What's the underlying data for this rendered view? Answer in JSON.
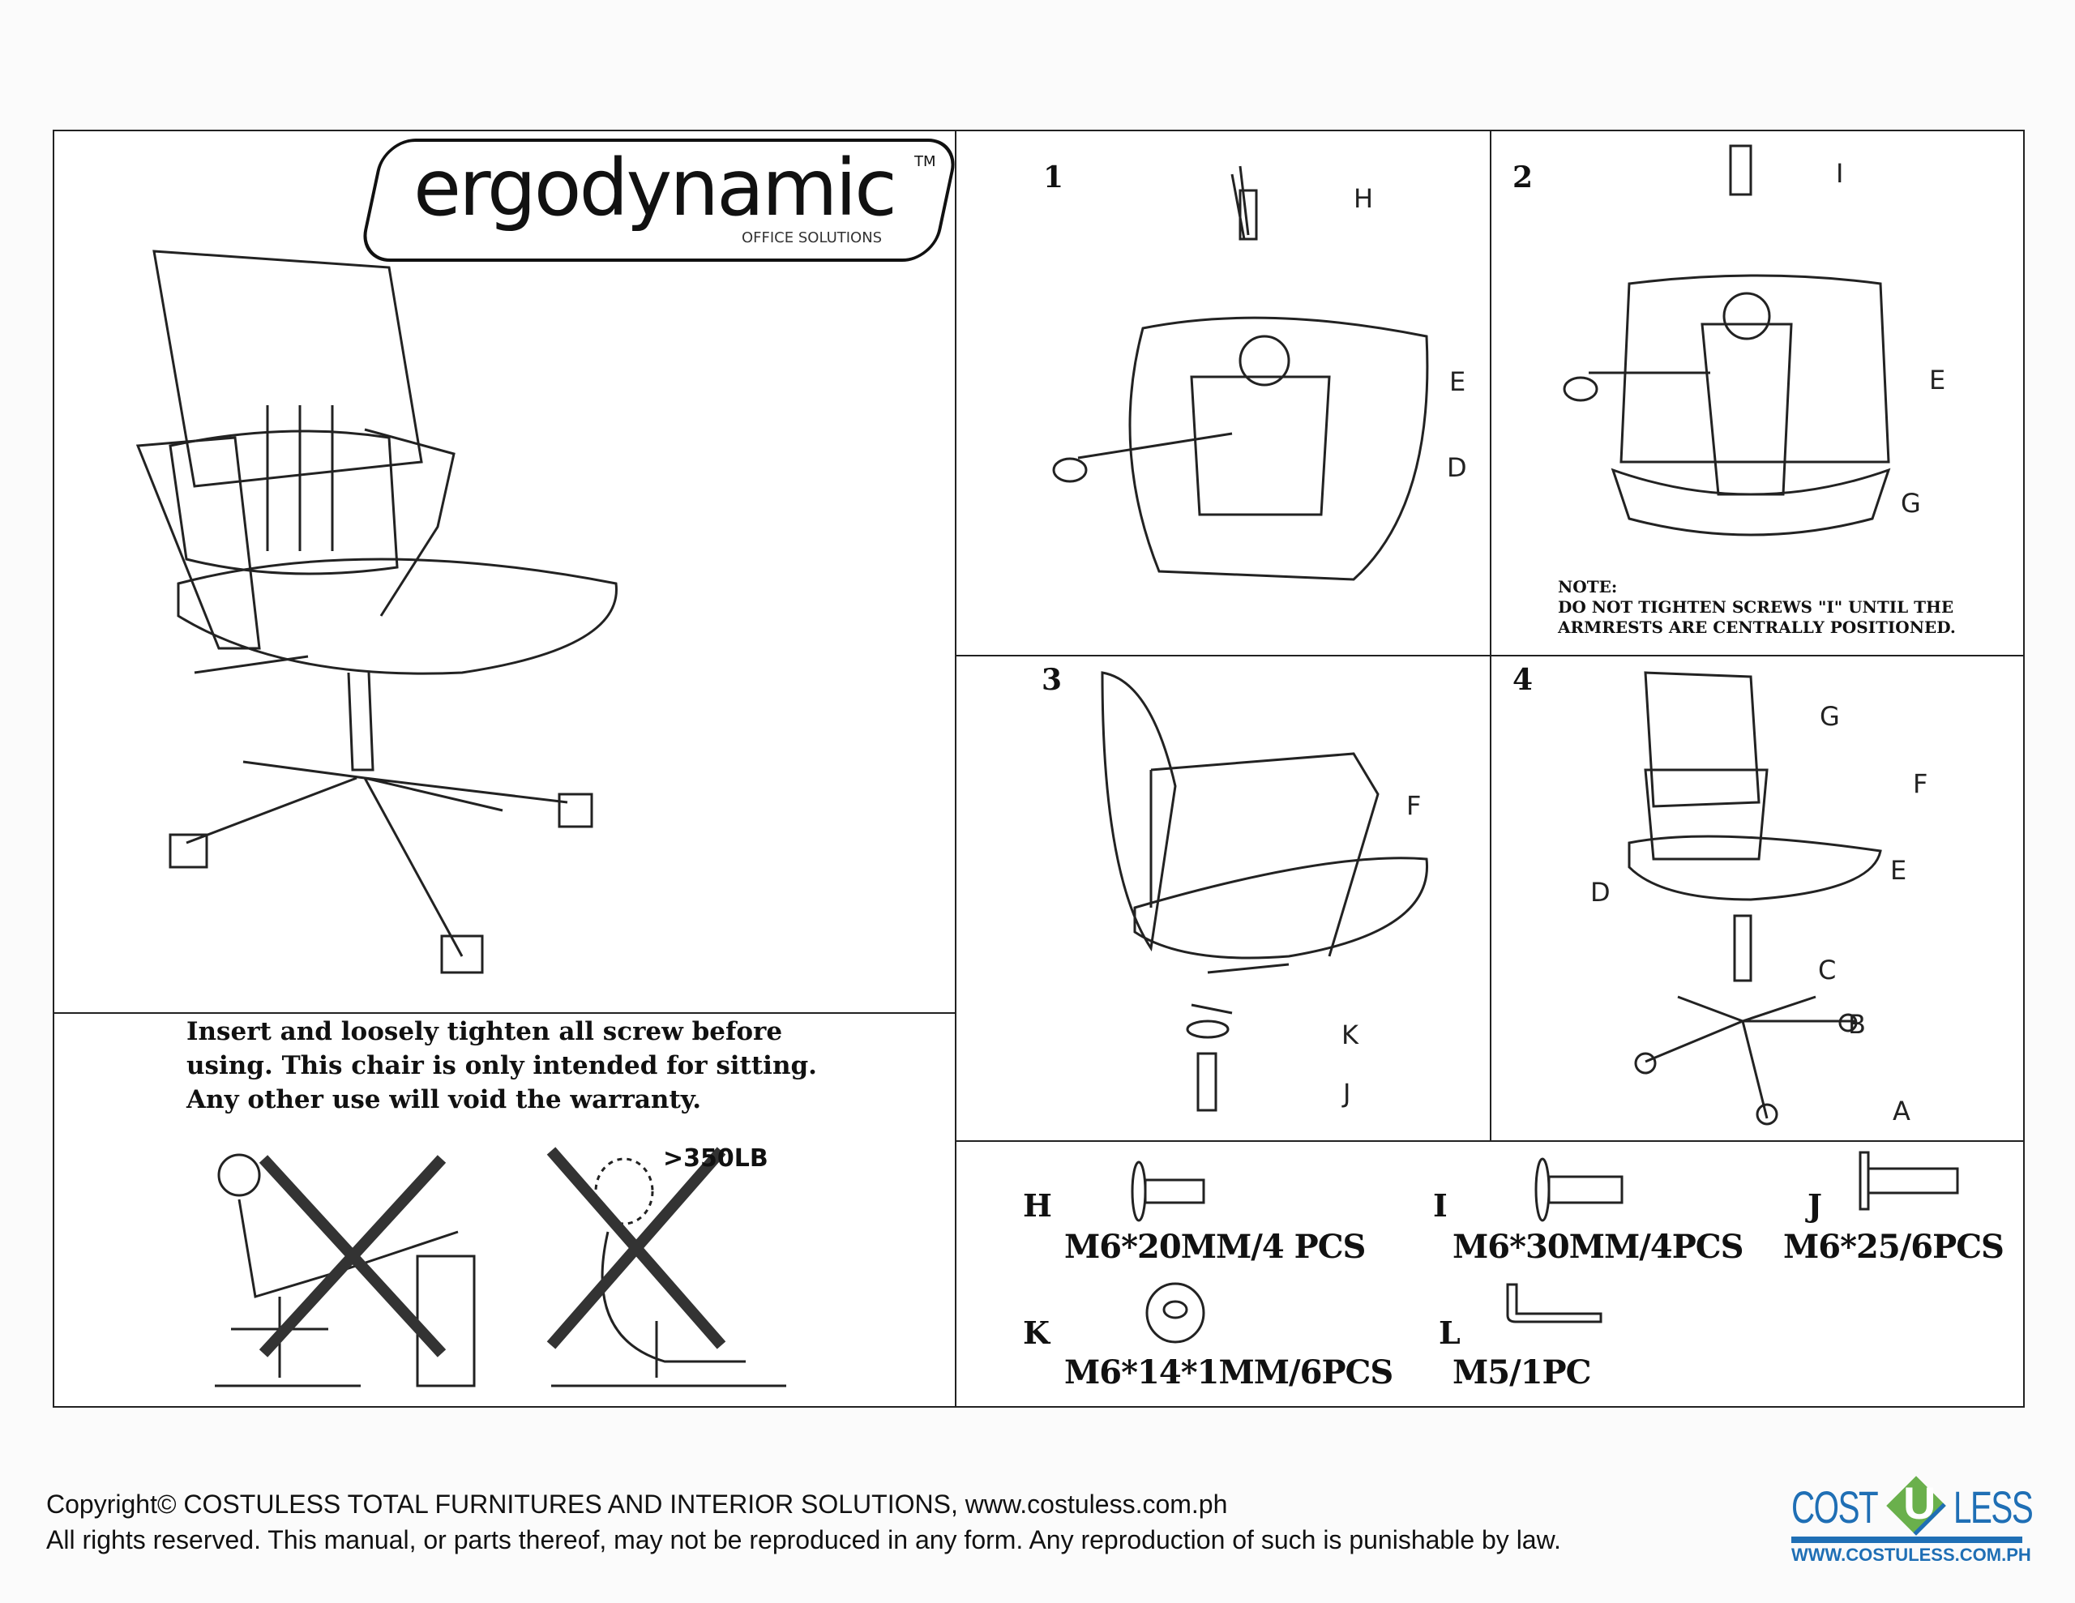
{
  "brand_logo": {
    "name": "ergodynamic",
    "tm": "TM",
    "tagline": "OFFICE SOLUTIONS"
  },
  "warning_text": [
    "Insert and loosely tighten all screw before",
    "using. This chair is only intended for sitting.",
    "Any other use will void the warranty."
  ],
  "weight_limit": ">350LB",
  "steps": [
    {
      "number": "1",
      "labels": [
        "H",
        "E",
        "D"
      ]
    },
    {
      "number": "2",
      "labels": [
        "I",
        "E",
        "G"
      ],
      "note": [
        "NOTE:",
        "DO NOT TIGHTEN SCREWS \"I\" UNTIL THE",
        "ARMRESTS ARE CENTRALLY POSITIONED."
      ]
    },
    {
      "number": "3",
      "labels": [
        "F",
        "K",
        "J"
      ]
    },
    {
      "number": "4",
      "labels": [
        "G",
        "F",
        "E",
        "D",
        "C",
        "B",
        "A"
      ]
    }
  ],
  "parts": [
    {
      "letter": "H",
      "spec": "M6*20MM/4 PCS"
    },
    {
      "letter": "I",
      "spec": "M6*30MM/4PCS"
    },
    {
      "letter": "J",
      "spec": "M6*25/6PCS"
    },
    {
      "letter": "K",
      "spec": "M6*14*1MM/6PCS"
    },
    {
      "letter": "L",
      "spec": "M5/1PC"
    }
  ],
  "footer": {
    "line1": "Copyright© COSTULESS TOTAL FURNITURES AND INTERIOR SOLUTIONS, www.costuless.com.ph",
    "line2": "All rights reserved. This manual, or parts thereof, may not be reproduced in any form. Any reproduction of such is punishable by law."
  },
  "costuless_logo": {
    "left": "COST",
    "u": "U",
    "right": "LESS",
    "url": "WWW.COSTULESS.COM.PH",
    "blue": "#1f6fb5",
    "green": "#6ab04c"
  }
}
